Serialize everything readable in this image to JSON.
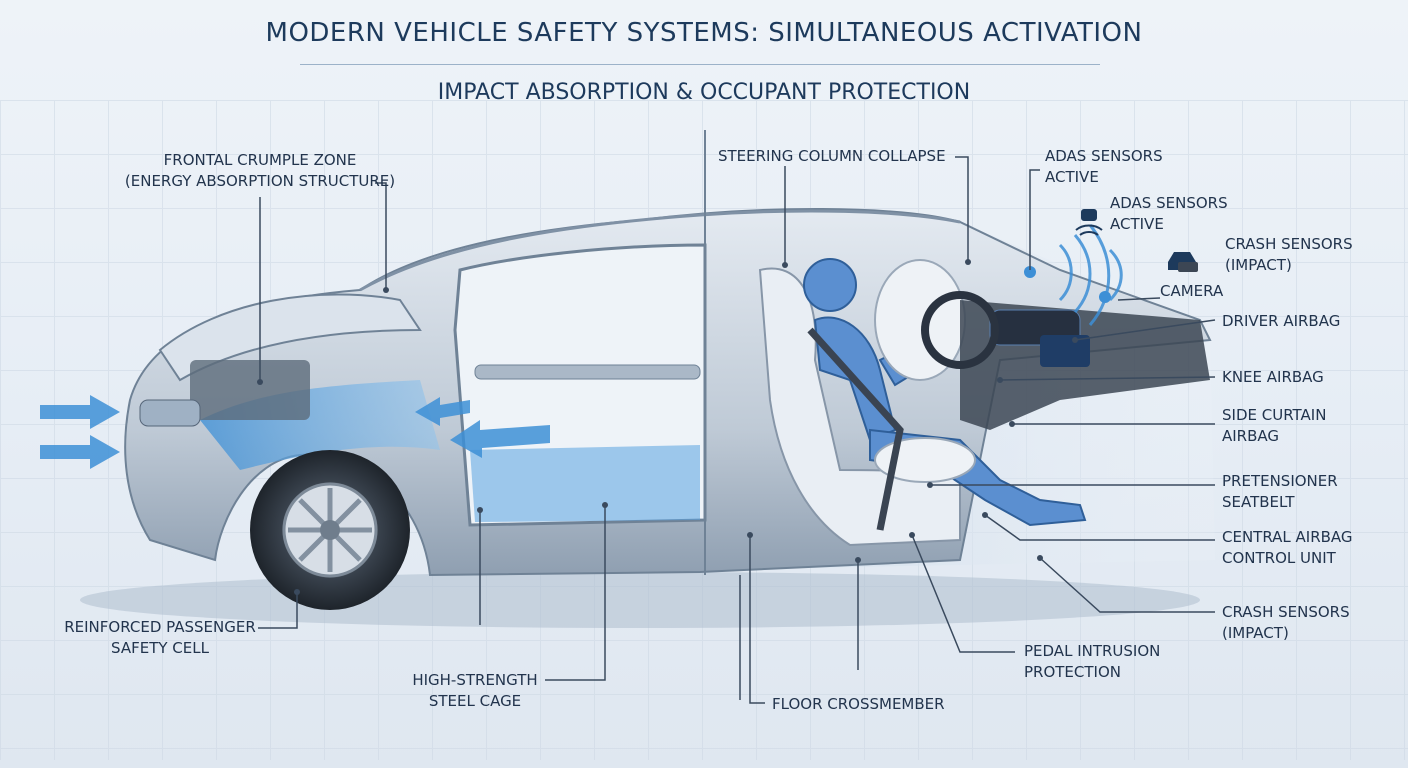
{
  "header": {
    "title": "MODERN VEHICLE SAFETY SYSTEMS: SIMULTANEOUS ACTIVATION",
    "subtitle": "IMPACT ABSORPTION & OCCUPANT PROTECTION"
  },
  "labels": {
    "crumple_zone_1": "FRONTAL CRUMPLE ZONE",
    "crumple_zone_2": "(ENERGY ABSORPTION STRUCTURE)",
    "steering_column": "STEERING COLUMN COLLAPSE",
    "adas_1_line1": "ADAS SENSORS",
    "adas_1_line2": "ACTIVE",
    "adas_2_line1": "ADAS SENSORS",
    "adas_2_line2": "ACTIVE",
    "crash_sensors_top_1": "CRASH SENSORS",
    "crash_sensors_top_2": "(IMPACT)",
    "camera": "CAMERA",
    "driver_airbag": "DRIVER AIRBAG",
    "knee_airbag": "KNEE AIRBAG",
    "side_curtain_1": "SIDE CURTAIN",
    "side_curtain_2": "AIRBAG",
    "pretensioner_1": "PRETENSIONER",
    "pretensioner_2": "SEATBELT",
    "control_unit_1": "CENTRAL AIRBAG",
    "control_unit_2": "CONTROL UNIT",
    "crash_sensors_bottom_1": "CRASH SENSORS",
    "crash_sensors_bottom_2": "(IMPACT)",
    "pedal_1": "PEDAL INTRUSION",
    "pedal_2": "PROTECTION",
    "floor": "FLOOR CROSSMEMBER",
    "steel_cage_1": "HIGH-STRENGTH",
    "steel_cage_2": "STEEL CAGE",
    "safety_cell_1": "REINFORCED PASSENGER",
    "safety_cell_2": "SAFETY CELL"
  },
  "colors": {
    "impact_blue": "#3d8fd6",
    "body_grey": "#c9d2dc",
    "dummy_blue": "#5b8fd0",
    "leader_line": "#3a4a5e"
  }
}
